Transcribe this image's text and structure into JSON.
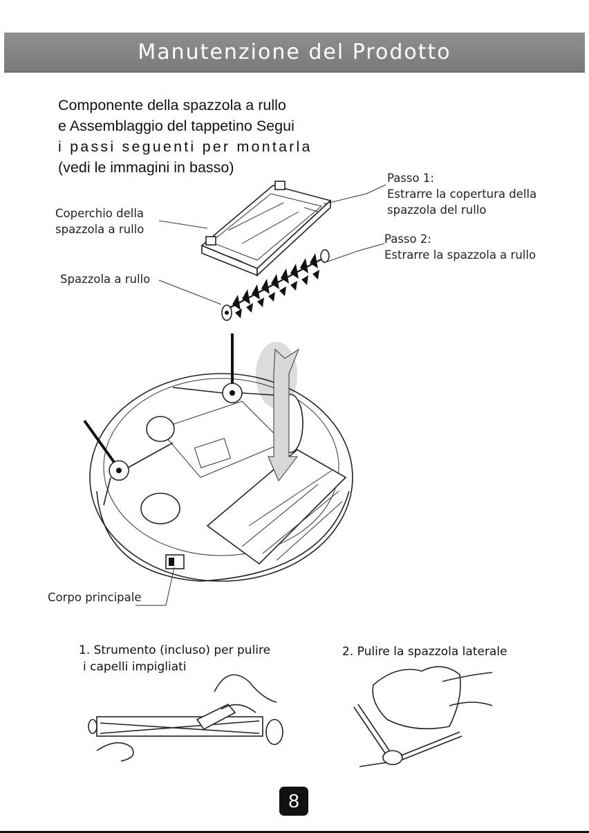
{
  "header": {
    "title": "Manutenzione del Prodotto"
  },
  "intro": {
    "line1": "Componente della spazzola a rullo",
    "line2": "e Assemblaggio del tappetino Segui",
    "line3": "i passi seguenti per montarla",
    "line4": "(vedi le immagini in basso)"
  },
  "callouts": {
    "cover_line1": "Coperchio della",
    "cover_line2": "spazzola a rullo",
    "roller": "Spazzola a rullo",
    "step1_title": "Passo 1:",
    "step1_line1": "Estrarre la copertura della",
    "step1_line2": "spazzola del rullo",
    "step2_title": "Passo 2:",
    "step2_line1": "Estrarre la spazzola a rullo",
    "body": "Corpo principale"
  },
  "steps": {
    "step1_line1": "1. Strumento (incluso) per pulire",
    "step1_line2": "i capelli impigliati",
    "step2": "2. Pulire la spazzola laterale"
  },
  "page_number": "8"
}
